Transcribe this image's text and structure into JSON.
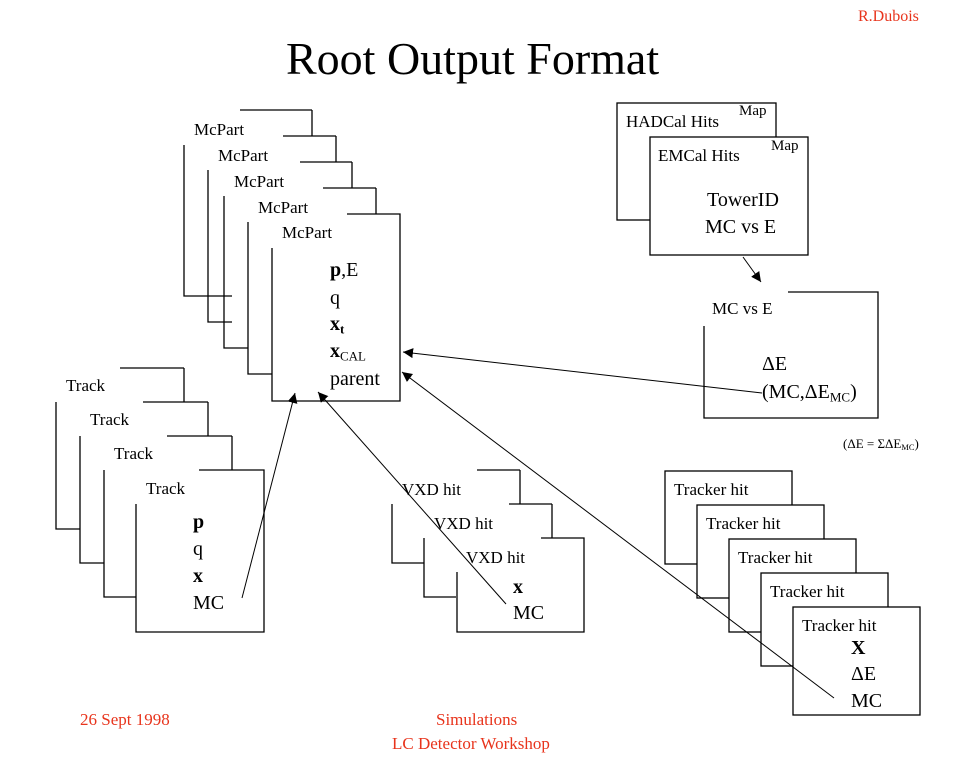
{
  "author": "R.Dubois",
  "title": "Root Output Format",
  "footer": {
    "date": "26 Sept 1998",
    "line1": "Simulations",
    "line2": "LC Detector Workshop"
  },
  "colors": {
    "accent": "#e8341c",
    "ink": "#000000",
    "background": "#ffffff"
  },
  "mcpart": {
    "labels": [
      "McPart",
      "McPart",
      "McPart",
      "McPart",
      "McPart"
    ],
    "fields": {
      "p": "p",
      "p_rest": ",E",
      "q": "q",
      "xt": "x",
      "xt_sub": "t",
      "xcal": "x",
      "xcal_sub": "CAL",
      "parent": "parent"
    }
  },
  "track": {
    "labels": [
      "Track",
      "Track",
      "Track",
      "Track"
    ],
    "fields": {
      "p": "p",
      "q": "q",
      "x": "x",
      "mc": "MC"
    }
  },
  "vxd": {
    "labels": [
      "VXD hit",
      "VXD hit",
      "VXD hit"
    ],
    "fields": {
      "x": "x",
      "mc": "MC"
    }
  },
  "tracker": {
    "labels": [
      "Tracker hit",
      "Tracker hit",
      "Tracker hit",
      "Tracker hit",
      "Tracker hit"
    ],
    "fields": {
      "x": "X",
      "de": "ΔE",
      "mc": "MC"
    }
  },
  "calo": {
    "had_label": "HADCal Hits",
    "had_map": "Map",
    "em_label": "EMCal Hits",
    "em_map": "Map",
    "tower": "TowerID",
    "mcvse": "MC vs E"
  },
  "mcvse_box": {
    "label": "MC vs E",
    "de": "ΔE",
    "pair_open": "(MC,ΔE",
    "pair_sub": "MC",
    "pair_close": ")"
  },
  "formula": {
    "text": "(ΔE = ΣΔE",
    "sub": "MC",
    "close": ")"
  }
}
